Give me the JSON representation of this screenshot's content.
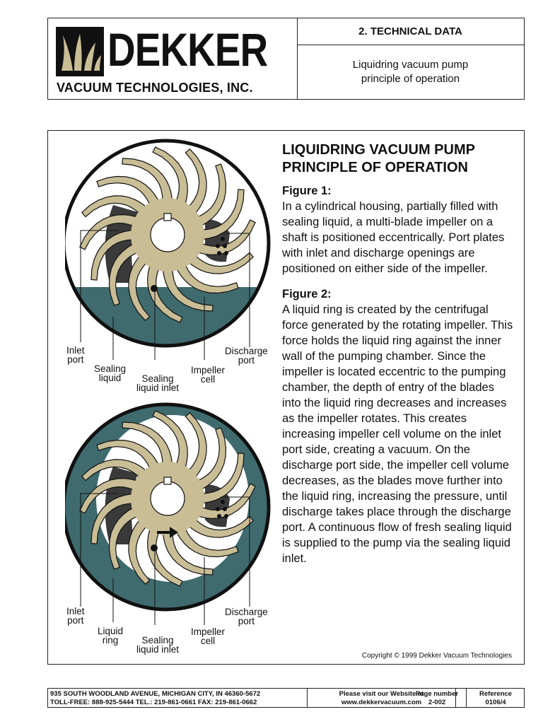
{
  "header": {
    "logo_word": "DEKKER",
    "logo_tagline": "VACUUM TECHNOLOGIES, INC.",
    "section_title": "2. TECHNICAL DATA",
    "subtitle_line1": "Liquidring vacuum pump",
    "subtitle_line2": "principle of operation"
  },
  "main": {
    "title_line1": "LIQUIDRING VACUUM PUMP",
    "title_line2": "PRINCIPLE OF OPERATION",
    "figure1_heading": "Figure 1:",
    "figure1_text": "In a cylindrical housing, partially filled with sealing liquid, a multi-blade impeller on a shaft is positioned eccentrically. Port plates with inlet and discharge openings are positioned on either side of the impeller.",
    "figure2_heading": "Figure 2:",
    "figure2_text": "A liquid ring is created by the centrifugal force generated by the rotating impeller. This force holds the liquid ring against the inner wall of the pumping chamber. Since the impeller is located eccentric to the pumping chamber, the depth of entry of the blades into the liquid ring decreases and increases as the impeller rotates. This creates increasing impeller cell volume on the inlet port side, creating a vacuum. On the discharge port side, the impeller cell volume decreases, as the blades move further into the liquid ring, increasing the pressure, until discharge takes place through the discharge port. A continuous flow of fresh sealing liquid is supplied to the pump via the sealing liquid inlet.",
    "copyright": "Copyright © 1999 Dekker Vacuum Technologies"
  },
  "figure1_labels": {
    "inlet_port": [
      "Inlet",
      "port"
    ],
    "sealing_liquid": [
      "Sealing",
      "liquid"
    ],
    "sealing_liquid_inlet": [
      "Sealing",
      "liquid inlet"
    ],
    "impeller_cell": [
      "Impeller",
      "cell"
    ],
    "discharge_port": [
      "Discharge",
      "port"
    ]
  },
  "figure2_labels": {
    "inlet_port": [
      "Inlet",
      "port"
    ],
    "liquid_ring": [
      "Liquid",
      "ring"
    ],
    "sealing_liquid_inlet": [
      "Sealing",
      "liquid inlet"
    ],
    "impeller_cell": [
      "Impeller",
      "cell"
    ],
    "discharge_port": [
      "Discharge",
      "port"
    ]
  },
  "colors": {
    "liquid": "#3f6b6e",
    "impeller": "#c9bd96",
    "port_dark": "#3a3a3a",
    "outline": "#111111"
  },
  "footer": {
    "address_line1": "935 SOUTH WOODLAND AVENUE, MICHIGAN CITY, IN 46360-5672",
    "address_line2": "TOLL-FREE: 888-925-5444  TEL.: 219-861-0661  FAX: 219-861-0662",
    "website_line1": "Please visit our Website at",
    "website_line2": "www.dekkervacuum.com",
    "page_label": "Page number",
    "page_value": "2-002",
    "ref_label": "Reference",
    "ref_value": "0106/4"
  }
}
